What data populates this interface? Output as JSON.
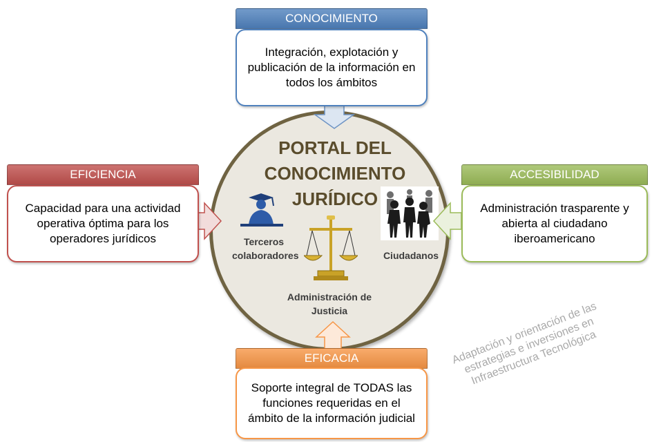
{
  "portal": {
    "title": "PORTAL DEL CONOCIMIENTO JURÍDICO"
  },
  "actors": {
    "terceros": "Terceros colaboradores",
    "ciudadanos": "Ciudadanos",
    "justicia": "Administración de Justicia"
  },
  "pillars": {
    "conocimiento": {
      "label": "CONOCIMIENTO",
      "text": "Integración, explotación y publicación de la información en todos los ámbitos",
      "color": "#4f81bd"
    },
    "eficiencia": {
      "label": "EFICIENCIA",
      "text": "Capacidad para una actividad operativa óptima para los operadores jurídicos",
      "color": "#c0504d"
    },
    "accesibilidad": {
      "label": "ACCESIBILIDAD",
      "text": "Administración trasparente y abierta al ciudadano iberoamericano",
      "color": "#9bbb59"
    },
    "eficacia": {
      "label": "EFICACIA",
      "text": "Soporte integral de TODAS las funciones requeridas en el ámbito de la información judicial",
      "color": "#f79646"
    }
  },
  "note": "Adaptación y orientación de las estrategias e inversiones en Infraestructura Tecnológica"
}
